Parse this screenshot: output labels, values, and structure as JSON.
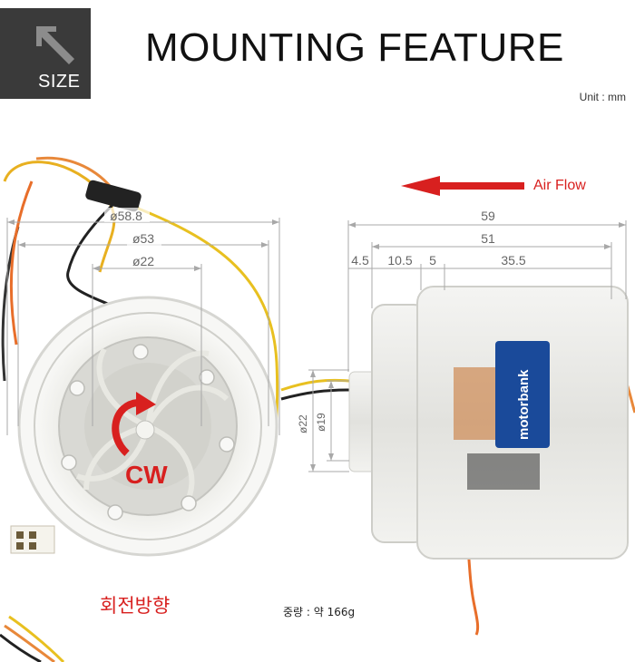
{
  "header": {
    "badge_label": "SIZE",
    "title": "MOUNTING FEATURE",
    "unit": "Unit : mm"
  },
  "dimensions": {
    "front": {
      "outer_diameter": "ø58.8",
      "mid_diameter": "ø53",
      "inner_diameter": "ø22"
    },
    "side": {
      "overall_length": "59",
      "body_length": "51",
      "segment_a": "4.5",
      "segment_b": "10.5",
      "segment_c": "5",
      "segment_d": "35.5",
      "shaft_diameter_outer": "ø22",
      "shaft_diameter_inner": "ø19"
    }
  },
  "annotations": {
    "air_flow": "Air Flow",
    "rotation_short": "CW",
    "rotation_label": "회전방향",
    "weight": "중량 : 약 166g",
    "brand_label": "motorbank"
  },
  "colors": {
    "accent_red": "#d8201f",
    "badge_bg": "#3a3a3a",
    "dimension_line": "#a8a8a8"
  }
}
